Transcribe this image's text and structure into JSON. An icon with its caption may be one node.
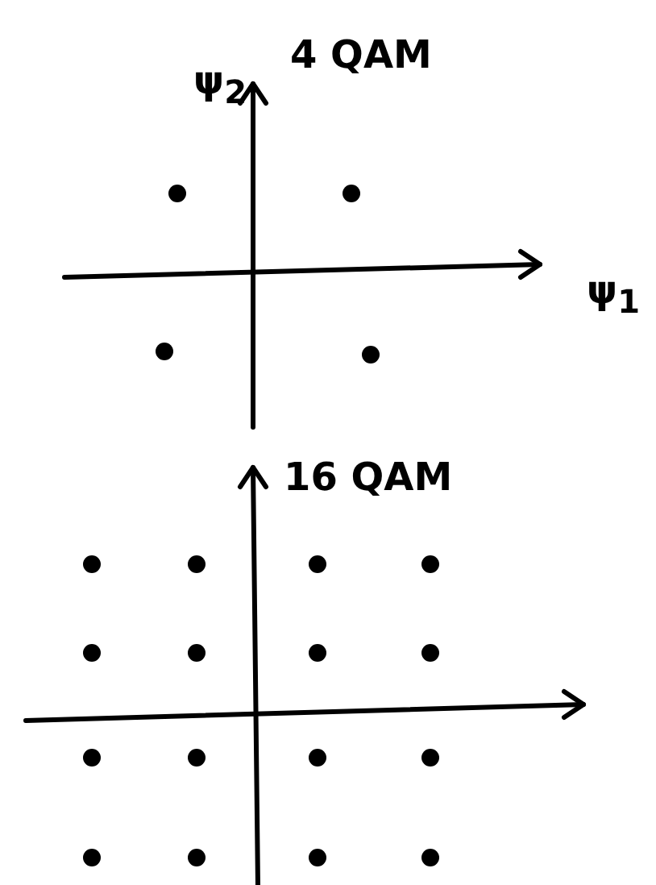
{
  "diagram": {
    "labels": [
      "ψ$_{2}$",
      "4 QAM",
      "ψ$_{1}$",
      "16 QAM"
    ]
  }
}
